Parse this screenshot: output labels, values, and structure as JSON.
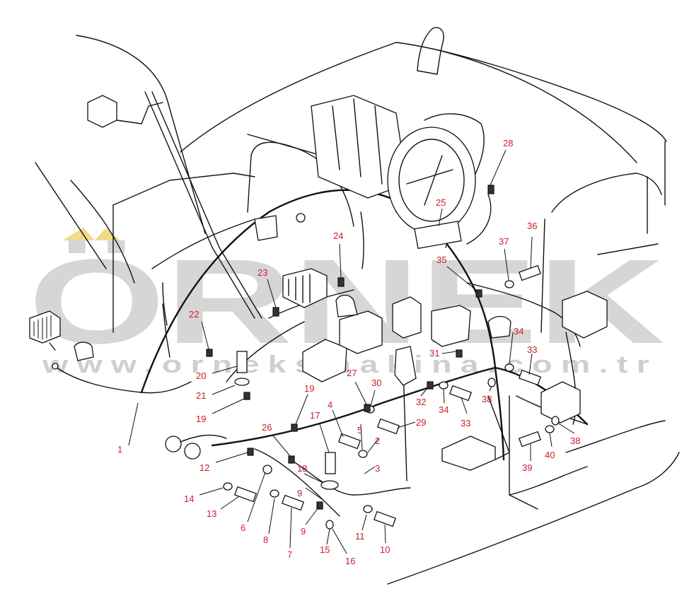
{
  "watermark": {
    "brand": "ÖRNEK",
    "url": "www.orneksmakina.com.tr",
    "brand_color": "#d6d6d6",
    "accent_color": "#f3d98a"
  },
  "callout_color": "#c8202a",
  "callouts": [
    {
      "id": "1",
      "text": "1"
    },
    {
      "id": "2",
      "text": "2"
    },
    {
      "id": "3",
      "text": "3"
    },
    {
      "id": "4",
      "text": "4"
    },
    {
      "id": "5",
      "text": "5"
    },
    {
      "id": "6",
      "text": "6"
    },
    {
      "id": "7",
      "text": "7"
    },
    {
      "id": "8",
      "text": "8"
    },
    {
      "id": "9a",
      "text": "9"
    },
    {
      "id": "9b",
      "text": "9"
    },
    {
      "id": "10",
      "text": "10"
    },
    {
      "id": "11",
      "text": "11"
    },
    {
      "id": "12",
      "text": "12"
    },
    {
      "id": "13",
      "text": "13"
    },
    {
      "id": "14",
      "text": "14"
    },
    {
      "id": "15",
      "text": "15"
    },
    {
      "id": "16",
      "text": "16"
    },
    {
      "id": "17",
      "text": "17"
    },
    {
      "id": "18",
      "text": "18"
    },
    {
      "id": "19a",
      "text": "19"
    },
    {
      "id": "19b",
      "text": "19"
    },
    {
      "id": "20",
      "text": "20"
    },
    {
      "id": "21",
      "text": "21"
    },
    {
      "id": "22",
      "text": "22"
    },
    {
      "id": "23",
      "text": "23"
    },
    {
      "id": "24",
      "text": "24"
    },
    {
      "id": "25",
      "text": "25"
    },
    {
      "id": "26",
      "text": "26"
    },
    {
      "id": "27",
      "text": "27"
    },
    {
      "id": "28",
      "text": "28"
    },
    {
      "id": "29",
      "text": "29"
    },
    {
      "id": "30",
      "text": "30"
    },
    {
      "id": "31",
      "text": "31"
    },
    {
      "id": "32",
      "text": "32"
    },
    {
      "id": "33a",
      "text": "33"
    },
    {
      "id": "33b",
      "text": "33"
    },
    {
      "id": "34a",
      "text": "34"
    },
    {
      "id": "34b",
      "text": "34"
    },
    {
      "id": "35",
      "text": "35"
    },
    {
      "id": "36",
      "text": "36"
    },
    {
      "id": "37",
      "text": "37"
    },
    {
      "id": "38a",
      "text": "38"
    },
    {
      "id": "38b",
      "text": "38"
    },
    {
      "id": "39",
      "text": "39"
    },
    {
      "id": "40",
      "text": "40"
    }
  ]
}
